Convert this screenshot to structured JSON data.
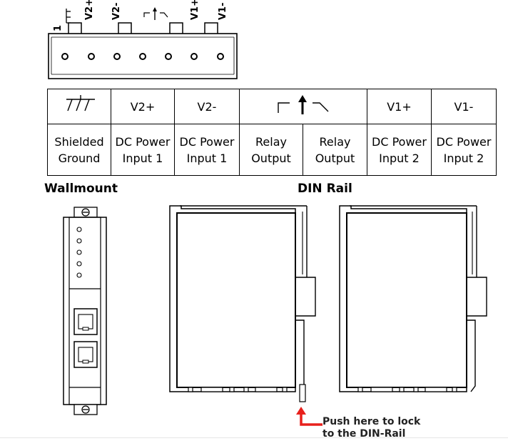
{
  "connector": {
    "pin1_label": "1",
    "top_labels": [
      "V2+",
      "V2-",
      "V1+",
      "V1-"
    ]
  },
  "table": {
    "header": [
      "V2+",
      "V2-",
      "V1+",
      "V1-"
    ],
    "descriptions": {
      "shielded_ground": "Shielded Ground",
      "v2_plus": "DC Power Input 1",
      "v2_minus": "DC Power Input 1",
      "relay_a": "Relay Output",
      "relay_b": "Relay Output",
      "v1_plus": "DC Power Input 2",
      "v1_minus": "DC Power Input 2"
    }
  },
  "sections": {
    "wallmount": "Wallmount",
    "din_rail": "DIN Rail"
  },
  "note": {
    "line1": "Push here to lock",
    "line2": "to the DIN-Rail",
    "arrow_color": "#e8201c"
  }
}
